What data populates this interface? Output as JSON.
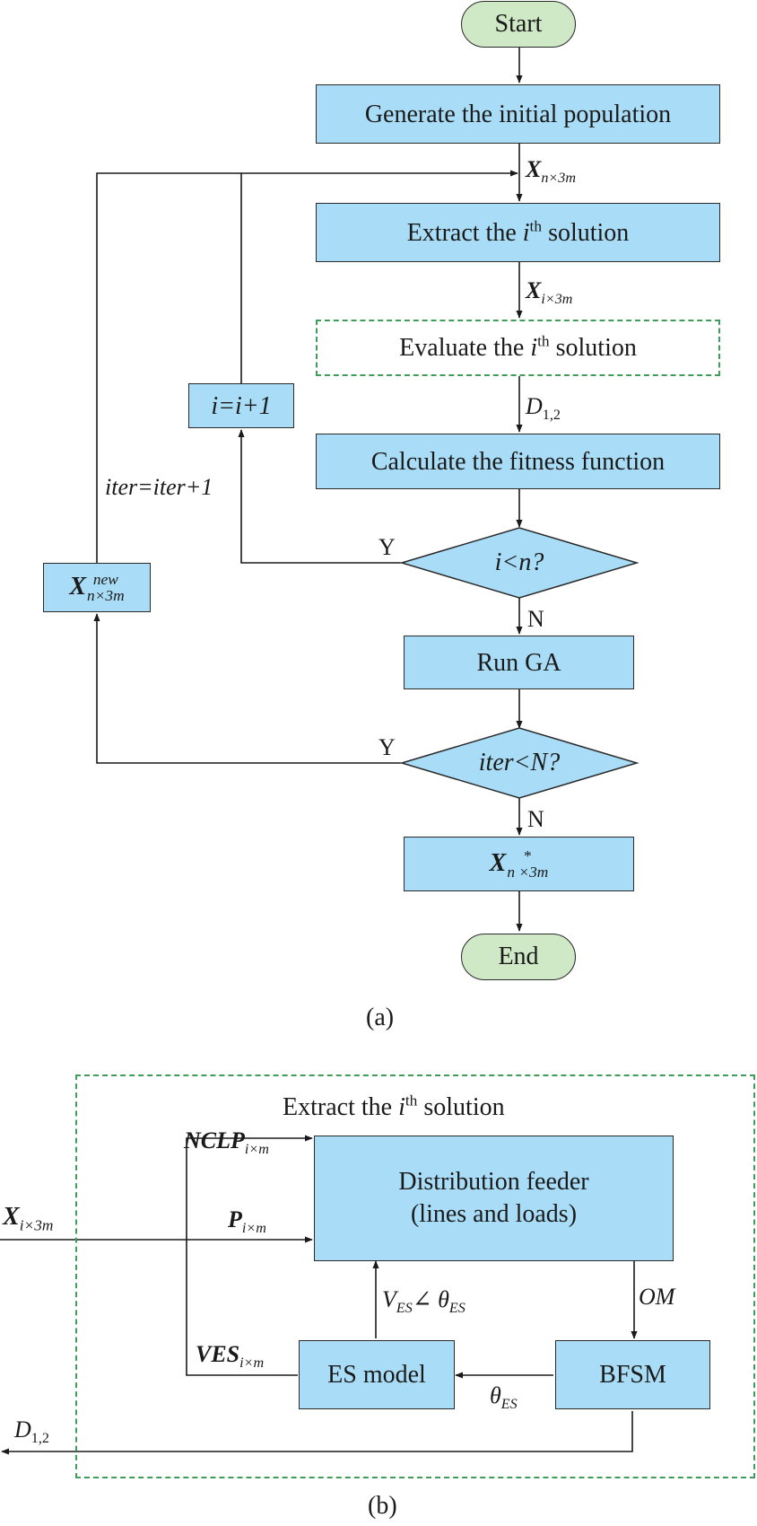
{
  "part_a": {
    "start": "Start",
    "generate": "Generate the initial population",
    "x_pop": {
      "base": "X",
      "sub": "n×3m"
    },
    "extract": {
      "pre": "Extract the ",
      "var": "i",
      "sup": "th",
      "post": " solution"
    },
    "x_sol": {
      "base": "X",
      "sub": "i×3m"
    },
    "evaluate": {
      "pre": "Evaluate the ",
      "var": "i",
      "sup": "th",
      "post": " solution"
    },
    "d12": {
      "base": "D",
      "sub": "1,2"
    },
    "fitness": "Calculate the fitness function",
    "cond1": "i<n?",
    "increment": "i=i+1",
    "iter_increment": "iter=iter+1",
    "x_new": {
      "base": "X",
      "sup": "new",
      "sub": "n×3m"
    },
    "yes1": "Y",
    "no1": "N",
    "run_ga": "Run GA",
    "cond2": "iter<N?",
    "yes2": "Y",
    "no2": "N",
    "x_best": {
      "base": "X",
      "sup": "*",
      "sub": "n ×3m"
    },
    "end": "End",
    "caption": "(a)"
  },
  "part_b": {
    "title": {
      "pre": "Extract the ",
      "var": "i",
      "sup": "th",
      "post": " solution"
    },
    "x_in": {
      "base": "X",
      "sub": "i×3m"
    },
    "nclp": {
      "base": "NCLP",
      "sub": "i×m"
    },
    "p": {
      "base": "P",
      "sub": "i×m"
    },
    "ves": {
      "base": "VES",
      "sub": "i×m"
    },
    "feeder_line1": "Distribution feeder",
    "feeder_line2": "(lines and loads)",
    "ves_angle": {
      "v": "V",
      "vsub": "ES",
      "angle": "∠",
      "theta": "θ",
      "tsub": "ES"
    },
    "om": "OM",
    "es_model": "ES model",
    "bfsm": "BFSM",
    "theta_es": {
      "theta": "θ",
      "sub": "ES"
    },
    "d12_out": {
      "base": "D",
      "sub": "1,2"
    },
    "caption": "(b)"
  }
}
